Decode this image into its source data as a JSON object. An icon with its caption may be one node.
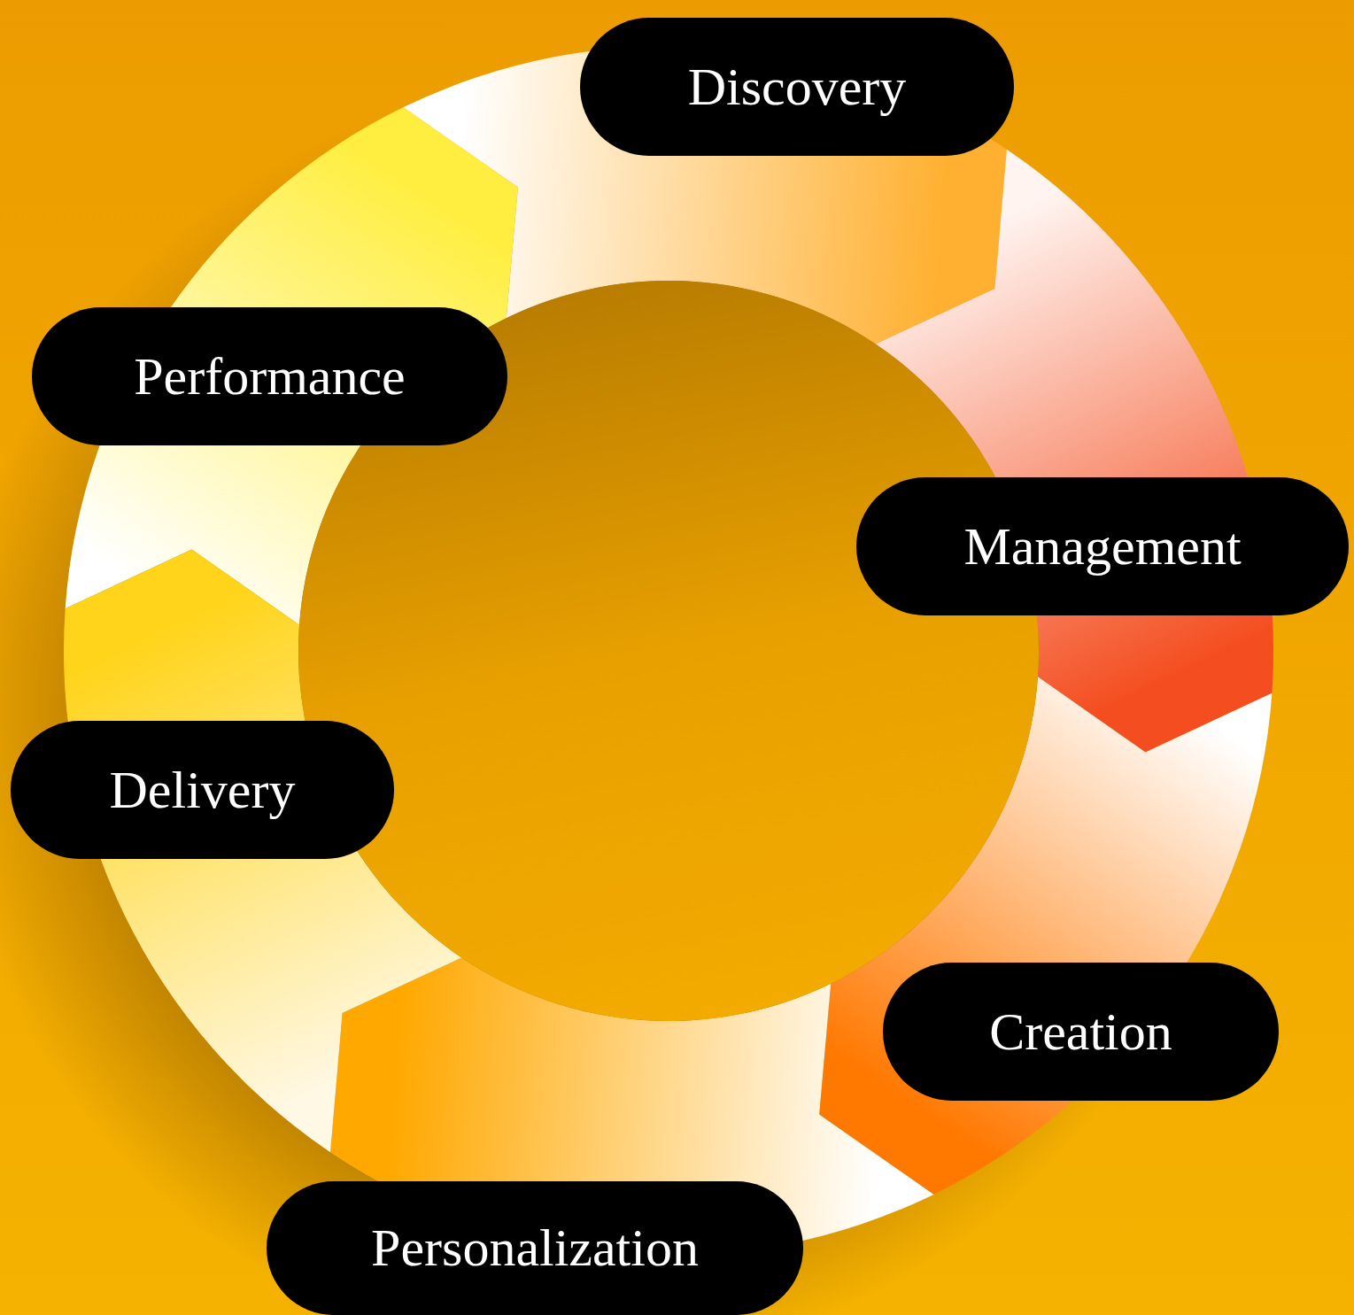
{
  "diagram": {
    "nodes": [
      {
        "text": [
          "Discovery"
        ]
      },
      {
        "text": [
          "Performance"
        ]
      },
      {
        "text": [
          "Management"
        ]
      },
      {
        "text": [
          "Delivery"
        ]
      },
      {
        "text": [
          "Creation"
        ]
      },
      {
        "text": [
          "Personalization"
        ]
      }
    ]
  }
}
